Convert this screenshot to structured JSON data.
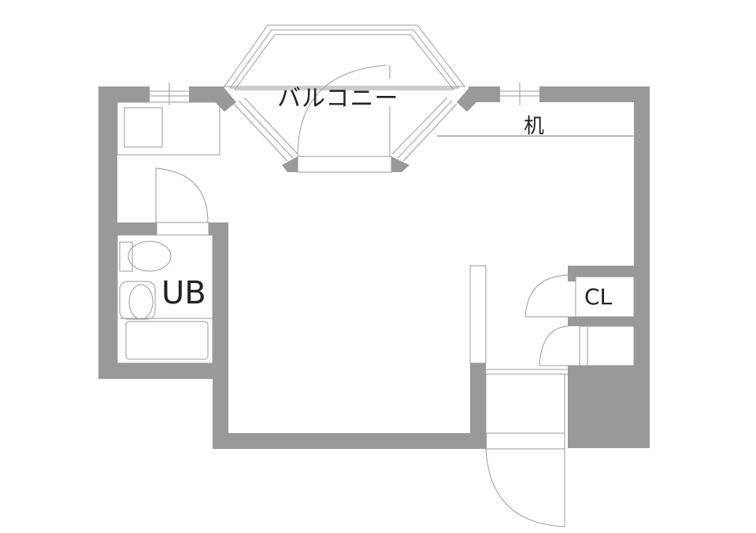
{
  "floorplan": {
    "labels": {
      "balcony": "バルコニー",
      "desk": "机",
      "unit_bath": "UB",
      "closet": "CL"
    },
    "colors": {
      "wall": "#999999",
      "line": "#8a8a8a",
      "background": "#ffffff",
      "text": "#222222"
    }
  }
}
